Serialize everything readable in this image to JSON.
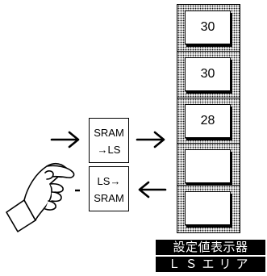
{
  "display_cells": [
    {
      "value": "30"
    },
    {
      "value": "30"
    },
    {
      "value": "28"
    },
    {
      "value": ""
    },
    {
      "value": ""
    }
  ],
  "buttons": {
    "sram_to_ls": {
      "line1": "SRAM",
      "line2": "→LS"
    },
    "ls_to_sram": {
      "line1": "LS→",
      "line2": "SRAM"
    }
  },
  "caption": {
    "line1": "設定値表示器",
    "line2": "ＬＳエリア"
  },
  "icons": {
    "right_arrow": "arrow-right-icon",
    "left_arrow": "arrow-left-icon",
    "hand": "pointing-hand-icon"
  }
}
